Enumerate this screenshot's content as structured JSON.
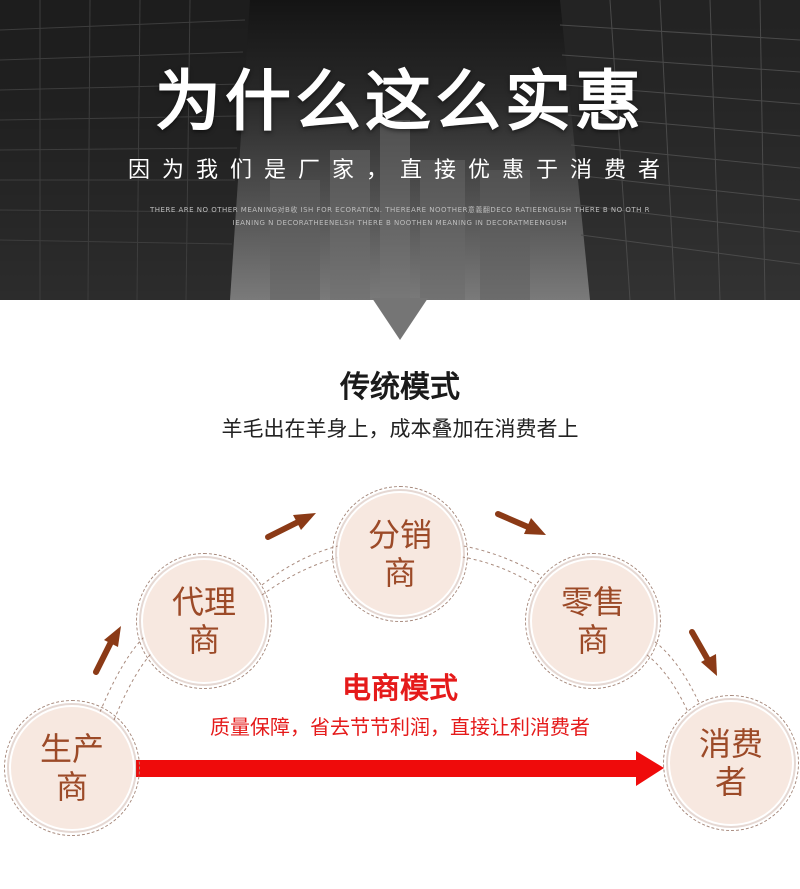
{
  "header": {
    "title": "为什么这么实惠",
    "subtitle": "因为我们是厂家，直接优惠于消费者",
    "fineprint_line1": "THERE ARE NO OTHER MEANING对B收 ISH FOR ECORATICN. THEREARE NOOTHER意義翻DECO RATIEENGLISH THERE B NO OTH R",
    "fineprint_line2": "IEANING N DECORATHEENELSH THERE B NOOTHEN MEANING IN DECORATMEENGUSH"
  },
  "traditional": {
    "title": "传统模式",
    "subtitle": "羊毛出在羊身上，成本叠加在消费者上"
  },
  "nodes": {
    "producer": [
      "生产",
      "商"
    ],
    "agent": [
      "代理",
      "商"
    ],
    "distributor": [
      "分销",
      "商"
    ],
    "retailer": [
      "零售",
      "商"
    ],
    "consumer": [
      "消费",
      "者"
    ]
  },
  "ecommerce": {
    "title": "电商模式",
    "subtitle": "质量保障，省去节节利润，直接让利消费者"
  },
  "colors": {
    "node_text": "#9c4a28",
    "node_fill": "#f7e8e0",
    "arrow_brown": "#8b3a16",
    "accent_red": "#e51a1a"
  }
}
